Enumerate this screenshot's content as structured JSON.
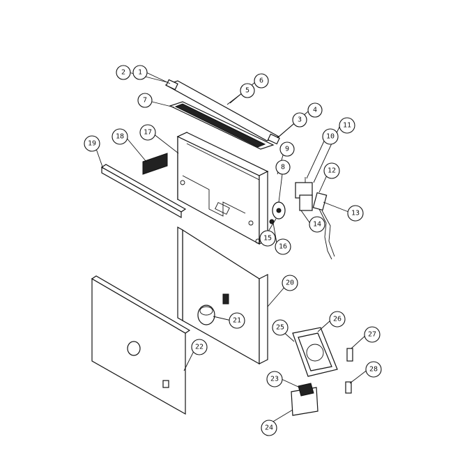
{
  "diagram": {
    "callouts": [
      {
        "id": "c2",
        "label": "2"
      },
      {
        "id": "c1",
        "label": "1"
      },
      {
        "id": "c6",
        "label": "6"
      },
      {
        "id": "c5",
        "label": "5"
      },
      {
        "id": "c7",
        "label": "7"
      },
      {
        "id": "c3",
        "label": "3"
      },
      {
        "id": "c4",
        "label": "4"
      },
      {
        "id": "c11",
        "label": "11"
      },
      {
        "id": "c10",
        "label": "10"
      },
      {
        "id": "c9",
        "label": "9"
      },
      {
        "id": "c8",
        "label": "8"
      },
      {
        "id": "c18",
        "label": "18"
      },
      {
        "id": "c17",
        "label": "17"
      },
      {
        "id": "c19",
        "label": "19"
      },
      {
        "id": "c12",
        "label": "12"
      },
      {
        "id": "c13",
        "label": "13"
      },
      {
        "id": "c14",
        "label": "14"
      },
      {
        "id": "c15",
        "label": "15"
      },
      {
        "id": "c16",
        "label": "16"
      },
      {
        "id": "c20",
        "label": "20"
      },
      {
        "id": "c21",
        "label": "21"
      },
      {
        "id": "c26",
        "label": "26"
      },
      {
        "id": "c25",
        "label": "25"
      },
      {
        "id": "c27",
        "label": "27"
      },
      {
        "id": "c22",
        "label": "22"
      },
      {
        "id": "c23",
        "label": "23"
      },
      {
        "id": "c28",
        "label": "28"
      },
      {
        "id": "c24",
        "label": "24"
      }
    ]
  }
}
